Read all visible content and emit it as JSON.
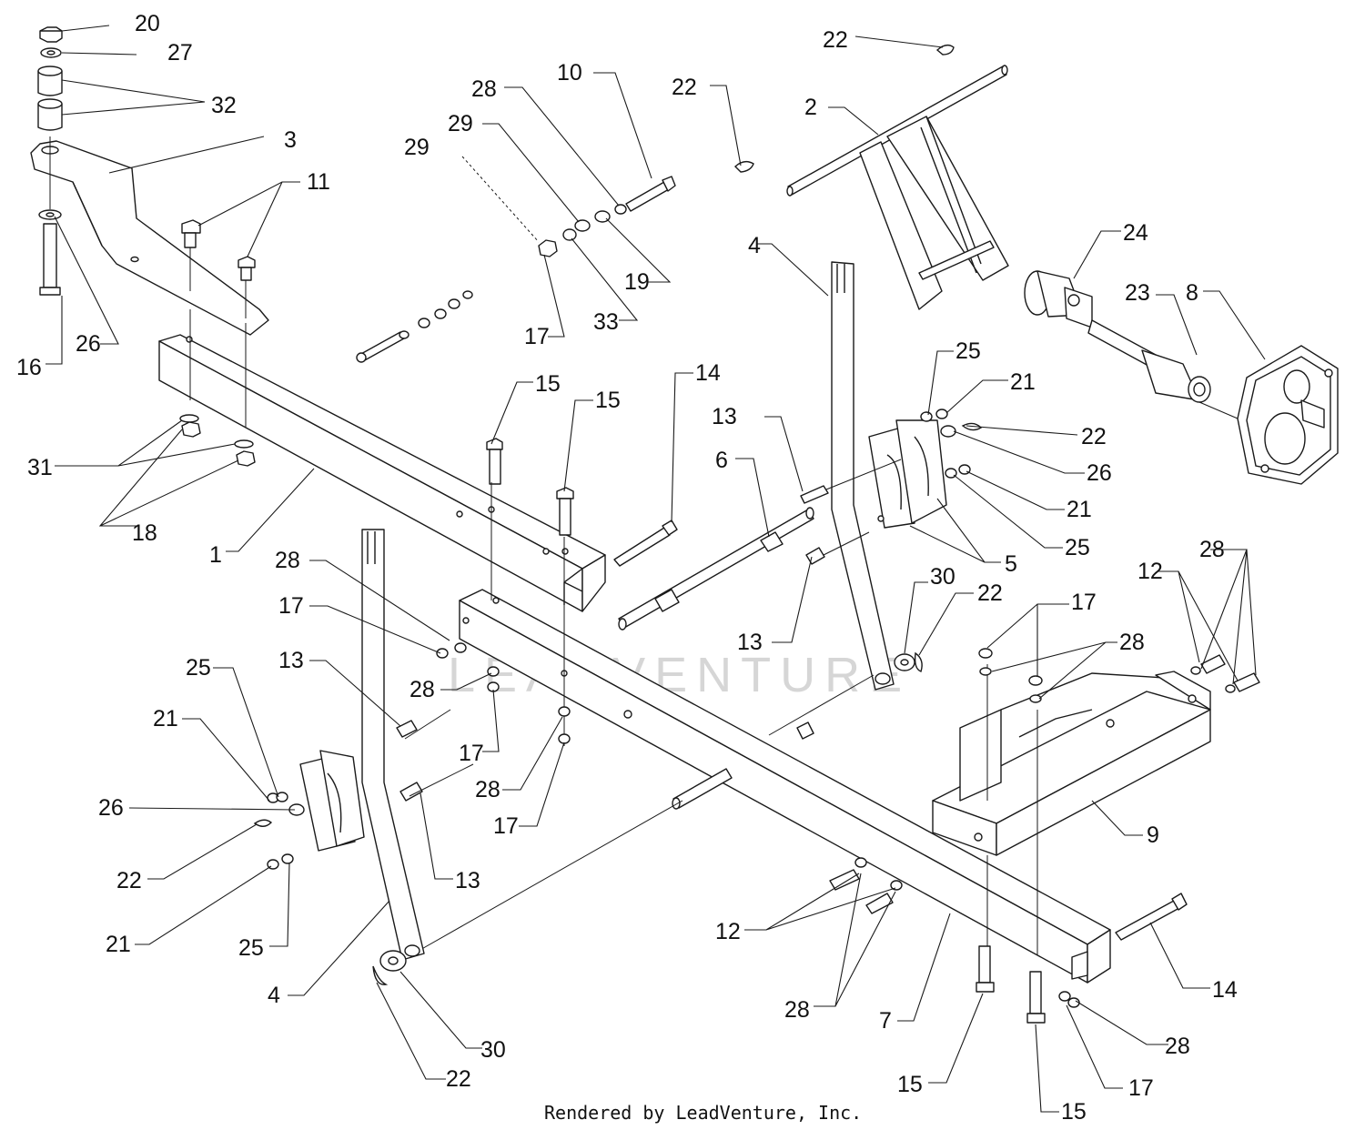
{
  "diagram": {
    "credit": "Rendered by LeadVenture, Inc.",
    "watermark": "LEADVENTURE",
    "callouts": [
      {
        "key": "c-20",
        "text": "20"
      },
      {
        "key": "c-27",
        "text": "27"
      },
      {
        "key": "c-32",
        "text": "32"
      },
      {
        "key": "c-3",
        "text": "3"
      },
      {
        "key": "c-11",
        "text": "11"
      },
      {
        "key": "c-26a",
        "text": "26"
      },
      {
        "key": "c-16",
        "text": "16"
      },
      {
        "key": "c-31",
        "text": "31"
      },
      {
        "key": "c-18",
        "text": "18"
      },
      {
        "key": "c-1",
        "text": "1"
      },
      {
        "key": "c-10",
        "text": "10"
      },
      {
        "key": "c-28a",
        "text": "28"
      },
      {
        "key": "c-29a",
        "text": "29"
      },
      {
        "key": "c-29b",
        "text": "29"
      },
      {
        "key": "c-19",
        "text": "19"
      },
      {
        "key": "c-33",
        "text": "33"
      },
      {
        "key": "c-17a",
        "text": "17"
      },
      {
        "key": "c-22a",
        "text": "22"
      },
      {
        "key": "c-22b",
        "text": "22"
      },
      {
        "key": "c-2",
        "text": "2"
      },
      {
        "key": "c-4a",
        "text": "4"
      },
      {
        "key": "c-24",
        "text": "24"
      },
      {
        "key": "c-23",
        "text": "23"
      },
      {
        "key": "c-8",
        "text": "8"
      },
      {
        "key": "c-25a",
        "text": "25"
      },
      {
        "key": "c-21a",
        "text": "21"
      },
      {
        "key": "c-22c",
        "text": "22"
      },
      {
        "key": "c-26b",
        "text": "26"
      },
      {
        "key": "c-21b",
        "text": "21"
      },
      {
        "key": "c-25b",
        "text": "25"
      },
      {
        "key": "c-5",
        "text": "5"
      },
      {
        "key": "c-13a",
        "text": "13"
      },
      {
        "key": "c-6",
        "text": "6"
      },
      {
        "key": "c-15a",
        "text": "15"
      },
      {
        "key": "c-15b",
        "text": "15"
      },
      {
        "key": "c-14a",
        "text": "14"
      },
      {
        "key": "c-13b",
        "text": "13"
      },
      {
        "key": "c-30a",
        "text": "30"
      },
      {
        "key": "c-22d",
        "text": "22"
      },
      {
        "key": "c-17b",
        "text": "17"
      },
      {
        "key": "c-28b",
        "text": "28"
      },
      {
        "key": "c-12a",
        "text": "12"
      },
      {
        "key": "c-28c",
        "text": "28"
      },
      {
        "key": "c-28d",
        "text": "28"
      },
      {
        "key": "c-17c",
        "text": "17"
      },
      {
        "key": "c-28e",
        "text": "28"
      },
      {
        "key": "c-25c",
        "text": "25"
      },
      {
        "key": "c-13c",
        "text": "13"
      },
      {
        "key": "c-21c",
        "text": "21"
      },
      {
        "key": "c-26c",
        "text": "26"
      },
      {
        "key": "c-22e",
        "text": "22"
      },
      {
        "key": "c-21d",
        "text": "21"
      },
      {
        "key": "c-25d",
        "text": "25"
      },
      {
        "key": "c-13d",
        "text": "13"
      },
      {
        "key": "c-17d",
        "text": "17"
      },
      {
        "key": "c-28f",
        "text": "28"
      },
      {
        "key": "c-17e",
        "text": "17"
      },
      {
        "key": "c-4b",
        "text": "4"
      },
      {
        "key": "c-30b",
        "text": "30"
      },
      {
        "key": "c-22f",
        "text": "22"
      },
      {
        "key": "c-9",
        "text": "9"
      },
      {
        "key": "c-12b",
        "text": "12"
      },
      {
        "key": "c-28g",
        "text": "28"
      },
      {
        "key": "c-7",
        "text": "7"
      },
      {
        "key": "c-14b",
        "text": "14"
      },
      {
        "key": "c-28h",
        "text": "28"
      },
      {
        "key": "c-17f",
        "text": "17"
      },
      {
        "key": "c-15c",
        "text": "15"
      },
      {
        "key": "c-15d",
        "text": "15"
      }
    ]
  }
}
